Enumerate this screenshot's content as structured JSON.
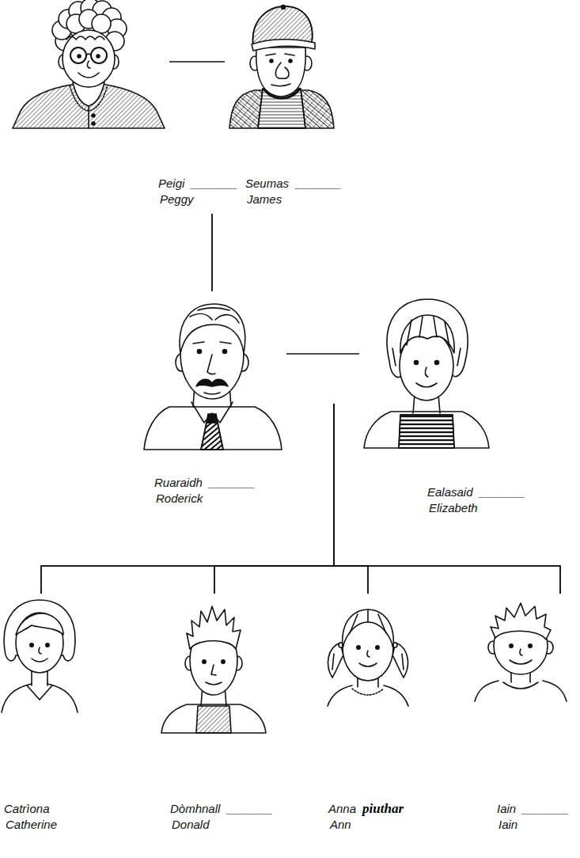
{
  "diagram": {
    "nodes": [
      {
        "text": [
          "Peigi",
          "_______",
          "Peggy"
        ]
      },
      {
        "text": [
          "Seumas",
          "_______",
          "James"
        ]
      },
      {
        "text": [
          "Ruaraidh",
          "_______",
          "Roderick"
        ]
      },
      {
        "text": [
          "Ealasaid",
          "_______",
          "Elizabeth"
        ]
      },
      {
        "text": [
          "Catrìona",
          "Catherine"
        ]
      },
      {
        "text": [
          "Dòmhnall",
          "_______",
          "Donald"
        ]
      },
      {
        "text": [
          "Anna",
          "piuthar",
          "Ann"
        ]
      },
      {
        "text": [
          "Iain",
          "_______",
          "Iain"
        ]
      }
    ],
    "edges": [
      {
        "from": 0,
        "to": 1,
        "arrow": "none"
      },
      {
        "from": 0,
        "to": 2,
        "arrow": "none"
      },
      {
        "from": 1,
        "to": 2,
        "arrow": "none"
      },
      {
        "from": 2,
        "to": 3,
        "arrow": "none"
      },
      {
        "from": 2,
        "to": 4,
        "arrow": "none"
      },
      {
        "from": 3,
        "to": 4,
        "arrow": "none"
      },
      {
        "from": 2,
        "to": 5,
        "arrow": "none"
      },
      {
        "from": 3,
        "to": 5,
        "arrow": "none"
      },
      {
        "from": 2,
        "to": 6,
        "arrow": "none"
      },
      {
        "from": 3,
        "to": 6,
        "arrow": "none"
      },
      {
        "from": 2,
        "to": 7,
        "arrow": "none"
      },
      {
        "from": 3,
        "to": 7,
        "arrow": "none"
      }
    ]
  }
}
